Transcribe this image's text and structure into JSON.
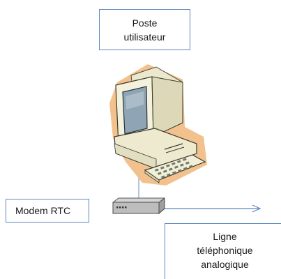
{
  "labels": {
    "poste_line1": "Poste",
    "poste_line2": "utilisateur",
    "modem": "Modem RTC",
    "ligne_line1": "Ligne",
    "ligne_line2": "téléphonique",
    "ligne_line3": "analogique"
  },
  "colors": {
    "box_border": "#5b87bd",
    "arrow": "#5b87bd",
    "computer_beige": "#f1edd0",
    "computer_shadow": "#f0b67a",
    "screen": "#8fa4b4",
    "modem_body": "#b8b8b8"
  },
  "icons": {
    "computer": "desktop-computer-icon",
    "modem": "modem-device-icon"
  }
}
